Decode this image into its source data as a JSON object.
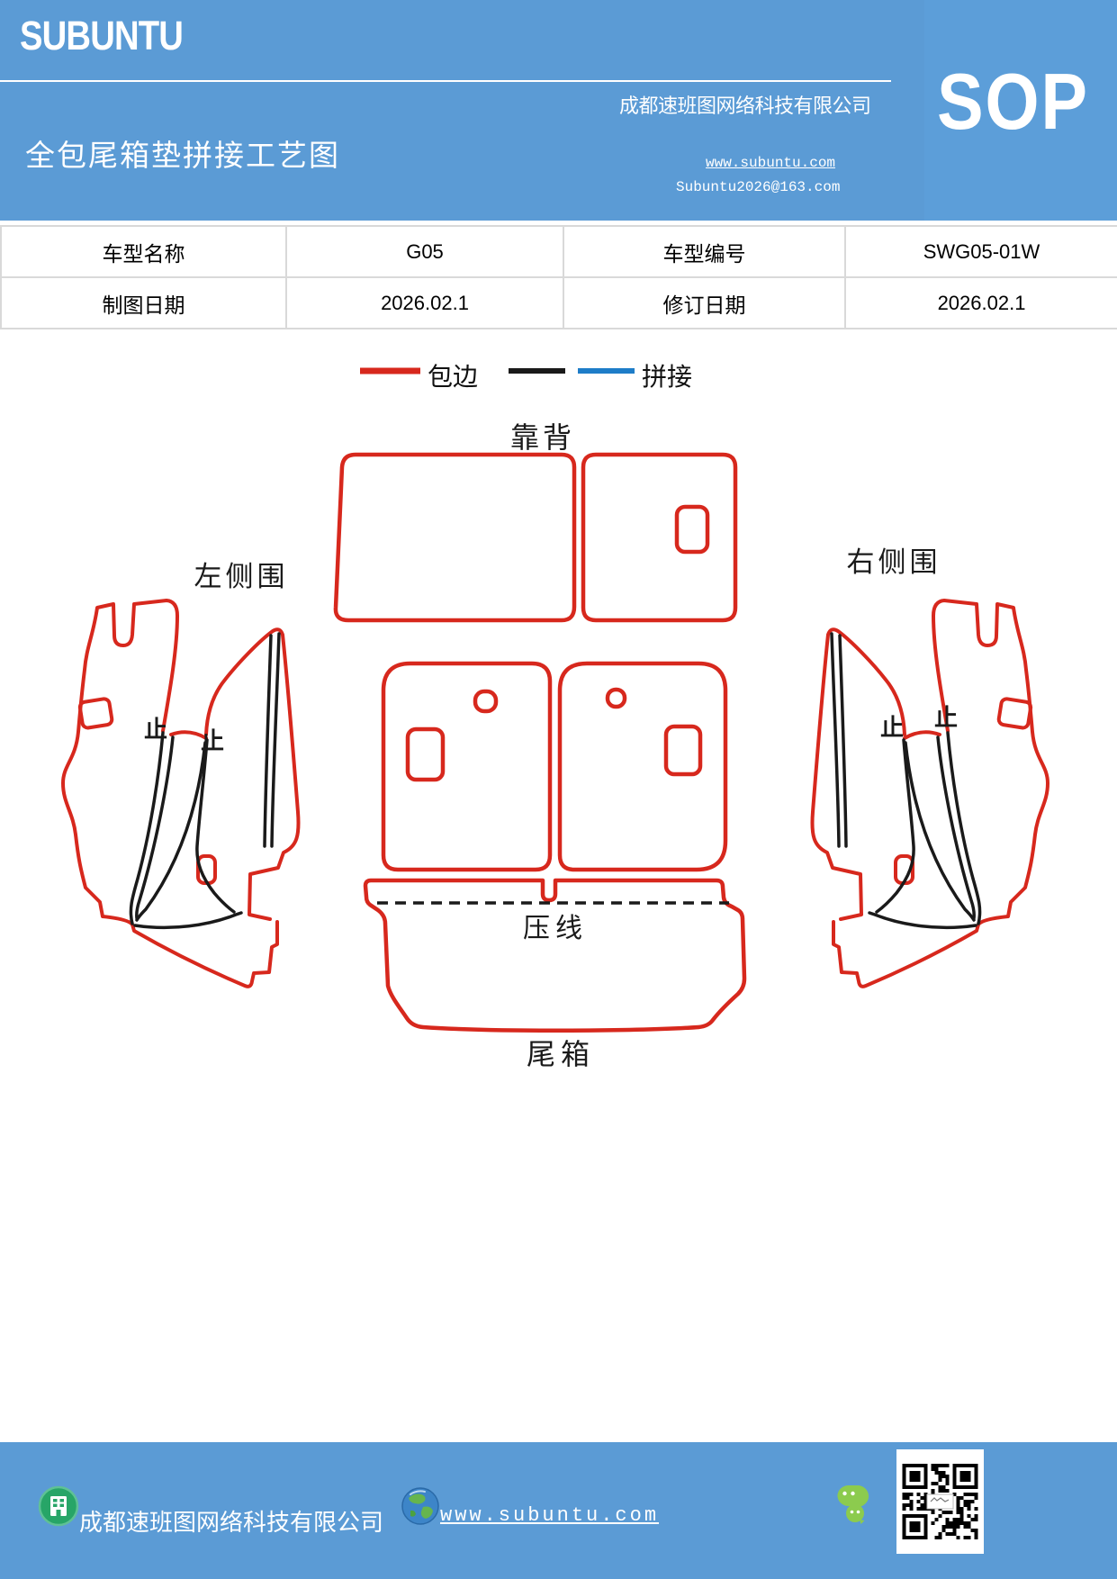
{
  "header": {
    "brand": "SUBUNTU",
    "title": "全包尾箱垫拼接工艺图",
    "company": "成都速班图网络科技有限公司",
    "website": "www.subuntu.com",
    "email": "Subuntu2026@163.com",
    "sop": "SOP"
  },
  "table": {
    "rows": [
      {
        "cells": [
          "车型名称",
          "G05",
          "车型编号",
          "SWG05-01W"
        ]
      },
      {
        "cells": [
          "制图日期",
          "2026.02.1",
          "修订日期",
          "2026.02.1"
        ]
      }
    ]
  },
  "legend": {
    "edge_label": "包边",
    "stitch_label": "拼接"
  },
  "diagram": {
    "labels": {
      "backrest": "靠背",
      "left_side": "左侧围",
      "right_side": "右侧围",
      "stop": "止",
      "press_line": "压线",
      "trunk": "尾箱"
    }
  },
  "footer": {
    "company": "成都速班图网络科技有限公司",
    "website": "www.subuntu.com"
  },
  "colors": {
    "primary_blue": "#5b9bd5",
    "sop_panel_blue": "#5c9ed9",
    "outline_red": "#d7281d",
    "stitch_black": "#1a1a1a",
    "legend_stitch_blue": "#1e7dc8",
    "wechat_green": "#8ccb4e",
    "building_icon_green": "#27a567"
  }
}
